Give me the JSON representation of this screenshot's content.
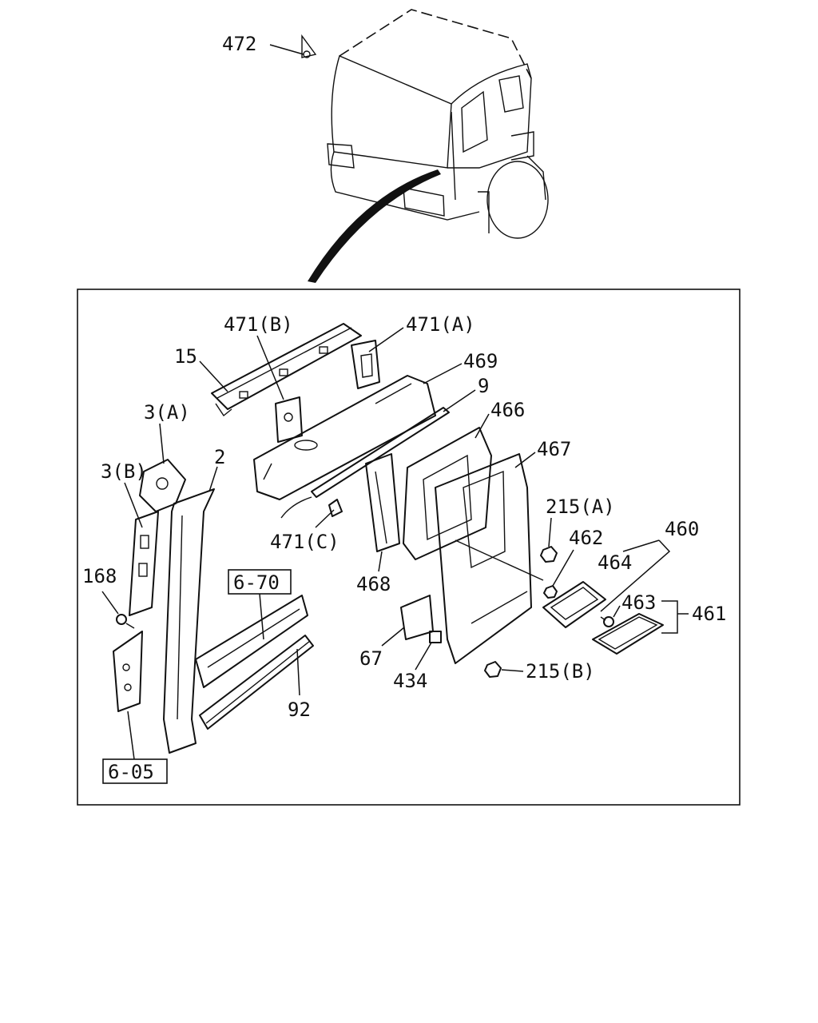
{
  "labels": {
    "l472": "472",
    "l471b": "471(B)",
    "l471a": "471(A)",
    "l15": "15",
    "l469": "469",
    "l9": "9",
    "l466": "466",
    "l3a": "3(A)",
    "l2": "2",
    "l467": "467",
    "l3b": "3(B)",
    "l215a": "215(A)",
    "l460": "460",
    "l462": "462",
    "l464": "464",
    "l471c": "471(C)",
    "l168": "168",
    "l670": "6-70",
    "l468": "468",
    "l463": "463",
    "l461": "461",
    "l67": "67",
    "l215b": "215(B)",
    "l434": "434",
    "l92": "92",
    "l605": "6-05"
  }
}
